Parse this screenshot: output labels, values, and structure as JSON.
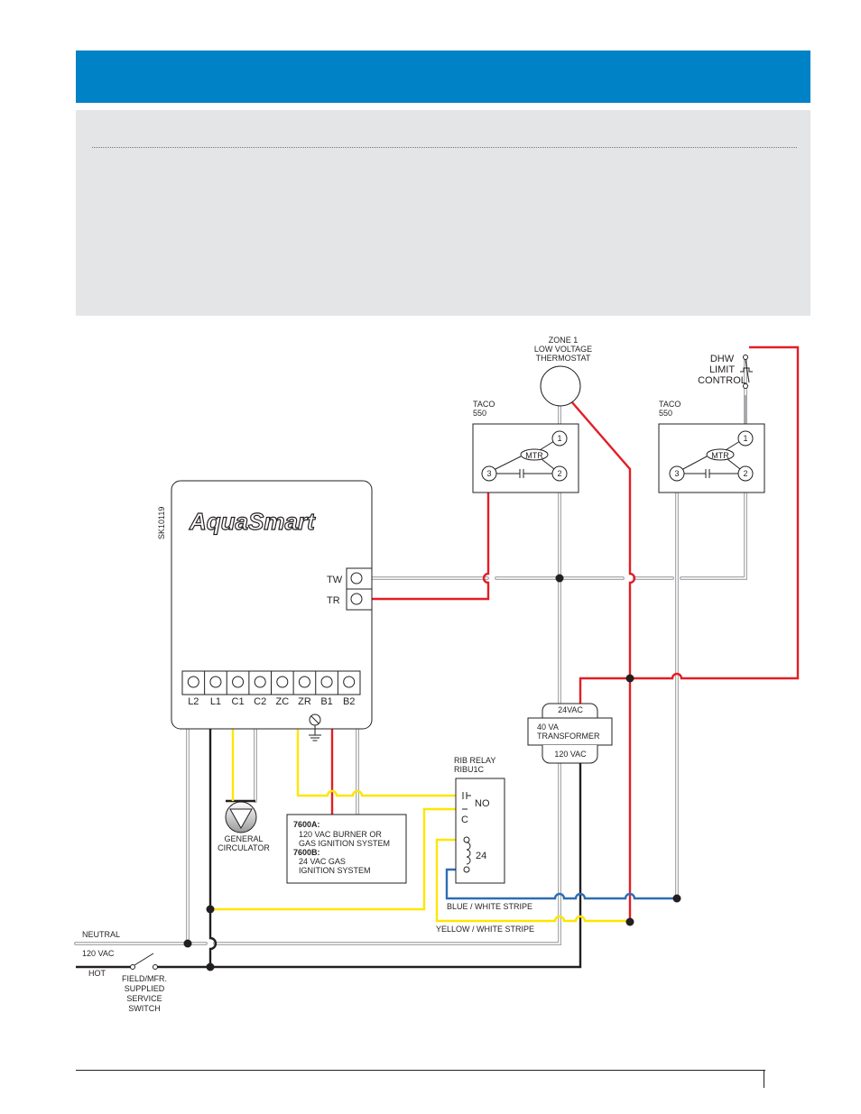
{
  "diagram": {
    "code": "SK10119",
    "brand": "AquaSmart",
    "brand_mark": ".",
    "thermostat": [
      "ZONE 1",
      "LOW VOLTAGE",
      "THERMOSTAT"
    ],
    "dhw": [
      "DHW",
      "LIMIT",
      "CONTROL"
    ],
    "taco_left": [
      "TACO",
      "550"
    ],
    "taco_right": [
      "TACO",
      "550"
    ],
    "mtr": "MTR",
    "term1": "1",
    "term2": "2",
    "term3": "3",
    "tw": "TW",
    "tr": "TR",
    "terminals": [
      "L2",
      "L1",
      "C1",
      "C2",
      "ZC",
      "ZR",
      "B1",
      "B2"
    ],
    "transformer_secondary": "24VAC",
    "transformer_body": [
      "40 VA",
      "TRANSFORMER"
    ],
    "transformer_primary": "120 VAC",
    "relay_title": [
      "RIB RELAY",
      "RIBU1C"
    ],
    "relay_no": "NO",
    "relay_c": "C",
    "relay_24": "24",
    "circulator": [
      "GENERAL",
      "CIRCULATOR"
    ],
    "burner_box": {
      "line1": "7600A:",
      "line2": "120 VAC BURNER OR",
      "line3": "GAS IGNITION SYSTEM",
      "line4": "7600B:",
      "line5": "24 VAC GAS",
      "line6": "IGNITION SYSTEM"
    },
    "blue_wire": "BLUE / WHITE STRIPE",
    "yellow_wire": "YELLOW / WHITE STRIPE",
    "neutral": "NEUTRAL",
    "vac120": "120 VAC",
    "hot": "HOT",
    "switch": [
      "FIELD/MFR.",
      "SUPPLIED",
      "SERVICE",
      "SWITCH"
    ]
  },
  "colors": {
    "header_blue": "#0082c6",
    "panel_gray": "#e4e5e7",
    "wire_red": "#e31e24",
    "wire_yellow": "#ffe500",
    "wire_blue": "#2e6db4",
    "wire_gray": "#a7a9ac",
    "wire_black": "#231f20"
  }
}
